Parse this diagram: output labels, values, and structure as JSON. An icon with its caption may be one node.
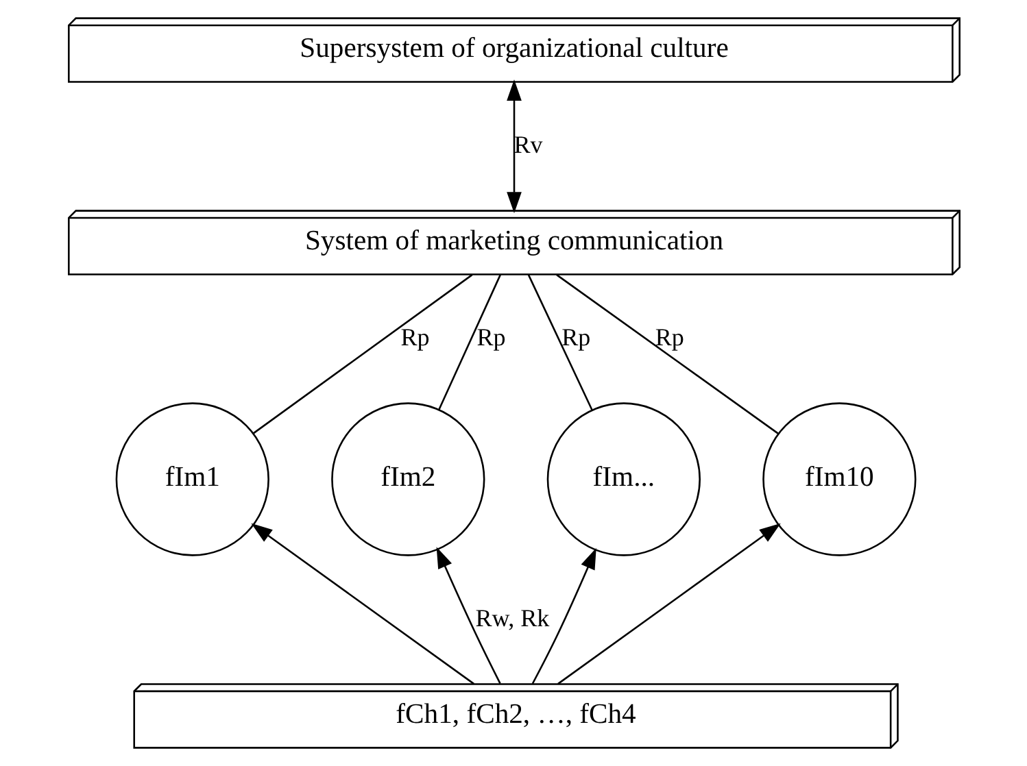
{
  "diagram": {
    "nodes": [
      {
        "text": [
          "Supersystem of organizational culture"
        ]
      },
      {
        "text": [
          "System of marketing communication"
        ]
      },
      {
        "text": [
          "fIm1"
        ]
      },
      {
        "text": [
          "fIm2"
        ]
      },
      {
        "text": [
          "fIm..."
        ]
      },
      {
        "text": [
          "fIm10"
        ]
      },
      {
        "text": [
          "fCh1, fCh2, …, fCh4"
        ]
      }
    ],
    "edges": [
      {
        "from": 0,
        "to": 1,
        "arrow": "both",
        "label": "Rv"
      },
      {
        "from": 1,
        "to": 2,
        "arrow": "none",
        "label": "Rp"
      },
      {
        "from": 1,
        "to": 3,
        "arrow": "none",
        "label": "Rp"
      },
      {
        "from": 1,
        "to": 4,
        "arrow": "none",
        "label": "Rp"
      },
      {
        "from": 1,
        "to": 5,
        "arrow": "none",
        "label": "Rp"
      },
      {
        "from": 6,
        "to": 2,
        "arrow": "to"
      },
      {
        "from": 6,
        "to": 3,
        "arrow": "to",
        "label": "Rw, Rk"
      },
      {
        "from": 6,
        "to": 4,
        "arrow": "to"
      },
      {
        "from": 6,
        "to": 5,
        "arrow": "to"
      }
    ]
  }
}
